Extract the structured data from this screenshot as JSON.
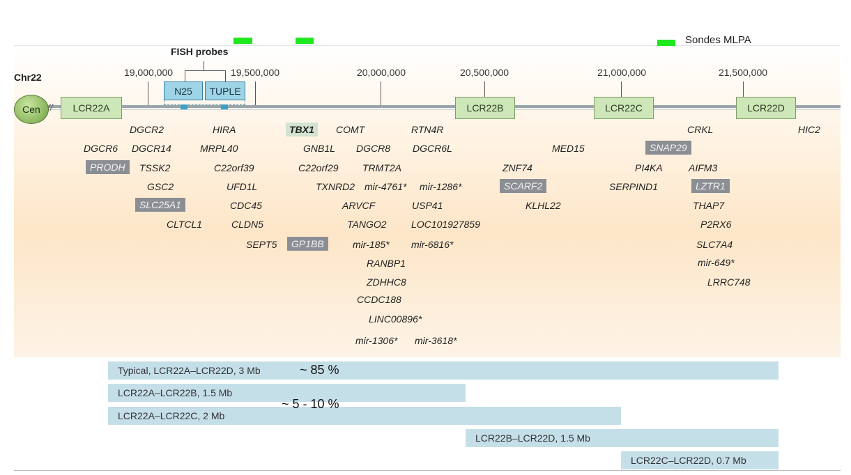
{
  "legend": {
    "mlpa_label": "Sondes MLPA",
    "fish_label": "FISH probes"
  },
  "chromosome": {
    "label": "Chr22",
    "centromere": "Cen"
  },
  "coordinates": [
    "19,000,000",
    "19,500,000",
    "20,000,000",
    "20,500,000",
    "21,000,000",
    "21,500,000"
  ],
  "lcr": [
    "LCR22A",
    "LCR22B",
    "LCR22C",
    "LCR22D"
  ],
  "probes": [
    "N25",
    "TUPLE"
  ],
  "genes": [
    "DGCR2",
    "HIRA",
    "TBX1",
    "COMT",
    "RTN4R",
    "CRKL",
    "HIC2",
    "DGCR6",
    "DGCR14",
    "MRPL40",
    "GNB1L",
    "DGCR8",
    "DGCR6L",
    "MED15",
    "SNAP29",
    "PRODH",
    "TSSK2",
    "C22orf39",
    "C22orf29",
    "TRMT2A",
    "ZNF74",
    "PI4KA",
    "AIFM3",
    "GSC2",
    "UFD1L",
    "TXNRD2",
    "mir-4761*",
    "mir-1286*",
    "SCARF2",
    "SERPIND1",
    "LZTR1",
    "SLC25A1",
    "CDC45",
    "ARVCF",
    "USP41",
    "KLHL22",
    "THAP7",
    "CLTCL1",
    "CLDN5",
    "TANGO2",
    "LOC101927859",
    "P2RX6",
    "SEPT5",
    "GP1BB",
    "mir-185*",
    "mir-6816*",
    "SLC7A4",
    "RANBP1",
    "mir-649*",
    "ZDHHC8",
    "LRRC748",
    "CCDC188",
    "LINC00896*",
    "mir-1306*",
    "mir-3618*"
  ],
  "deletions": [
    "Typical, LCR22A–LCR22D, 3 Mb",
    "LCR22A–LCR22B, 1.5 Mb",
    "LCR22A–LCR22C, 2 Mb",
    "LCR22B–LCR22D, 1.5 Mb",
    "LCR22C–LCR22D, 0.7 Mb"
  ],
  "percentages": {
    "typical": "~ 85 %",
    "proximal": "~ 5 - 10 %"
  },
  "colors": {
    "mlpa": "#1ee81e",
    "lcr_fill": "#cde7b8",
    "probe_fill": "#9fd3e6",
    "bar_fill": "#c5dfe9",
    "shaded_gene": "#8b8f94"
  }
}
